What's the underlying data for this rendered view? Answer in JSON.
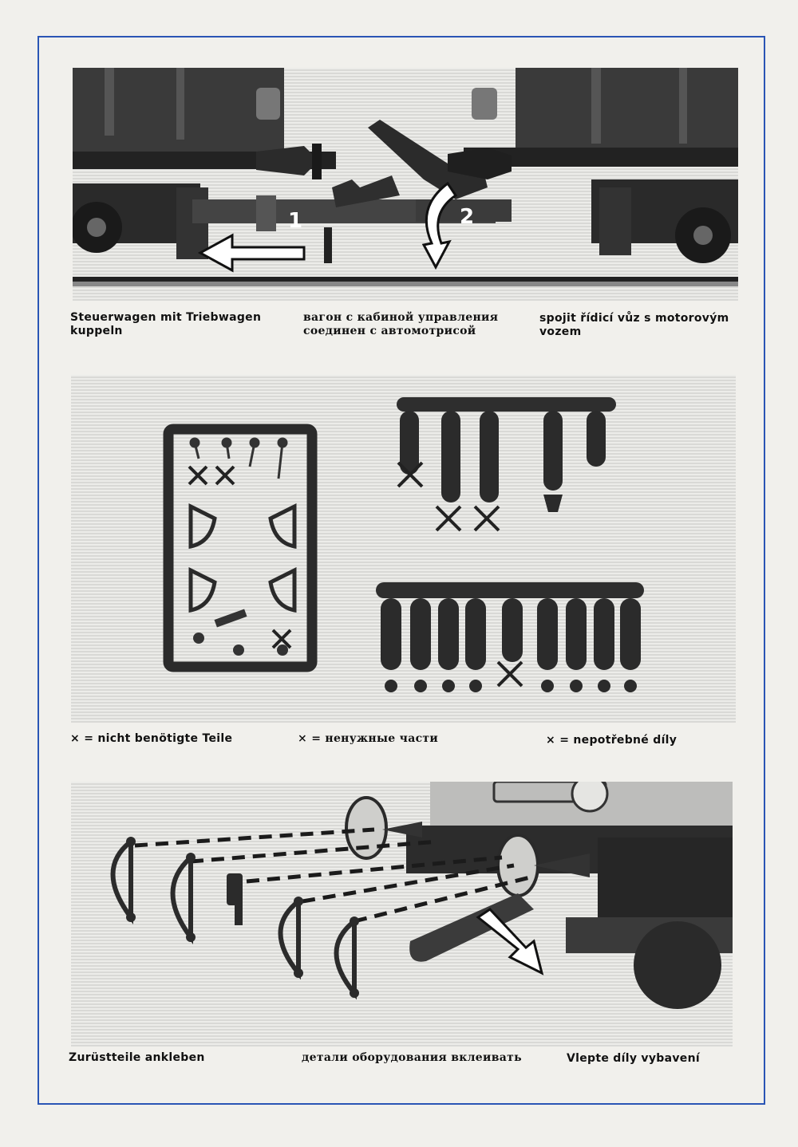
{
  "sections": [
    {
      "id": "coupling",
      "step_labels": [
        "1",
        "2"
      ],
      "captions": {
        "de": "Steuerwagen mit Triebwagen kuppeln",
        "ru": "вагон с кабиной управления соединен с автомотрисой",
        "cs": "spojit řídicí vůz s motorovým vozem"
      }
    },
    {
      "id": "parts",
      "captions": {
        "de": "× = nicht benötigte Teile",
        "ru": "× = ненужные части",
        "cs": "× = nepotřebné díly"
      }
    },
    {
      "id": "attach",
      "captions": {
        "de": "Zurüstteile ankleben",
        "ru": "детали оборудования вклеивать",
        "cs": "Vlepte díly vybavení"
      }
    }
  ],
  "colors": {
    "border": "#2a55b5",
    "ink": "#1b1b1b",
    "paper": "#f1f0ec"
  }
}
